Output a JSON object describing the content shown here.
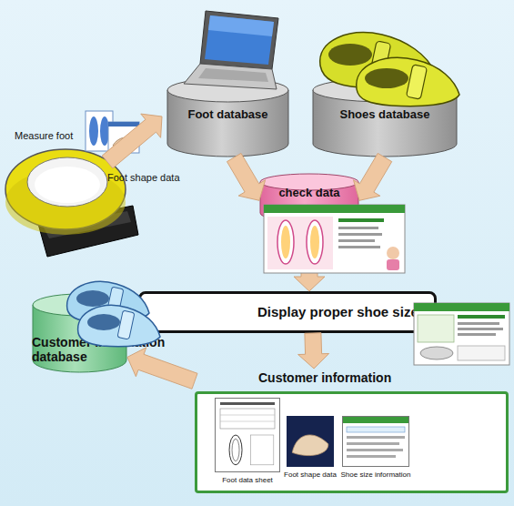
{
  "diagram": {
    "nodes": [
      {
        "text": [
          "Foot database"
        ]
      },
      {
        "text": [
          "Shoes database"
        ]
      },
      {
        "text": [
          "check data"
        ]
      },
      {
        "text": [
          "Display proper shoe size"
        ]
      },
      {
        "text": [
          "Customer information database"
        ]
      },
      {
        "text": [
          "Customer information"
        ]
      },
      {
        "text": [
          "Foot data sheet"
        ],
        "in": 5
      },
      {
        "text": [
          "Foot shape data"
        ],
        "in": 5
      },
      {
        "text": [
          "Shoe size information"
        ],
        "in": 5
      }
    ],
    "edges": [
      {
        "from": 0,
        "to": 2,
        "arrow": "to"
      },
      {
        "from": 1,
        "to": 2,
        "arrow": "to"
      },
      {
        "from": 2,
        "to": 3,
        "arrow": "to"
      },
      {
        "from": 3,
        "to": 5,
        "arrow": "to"
      },
      {
        "from": 5,
        "to": 4,
        "arrow": "to"
      }
    ],
    "labels": [
      "Measure foot",
      "Foot shape data"
    ]
  }
}
